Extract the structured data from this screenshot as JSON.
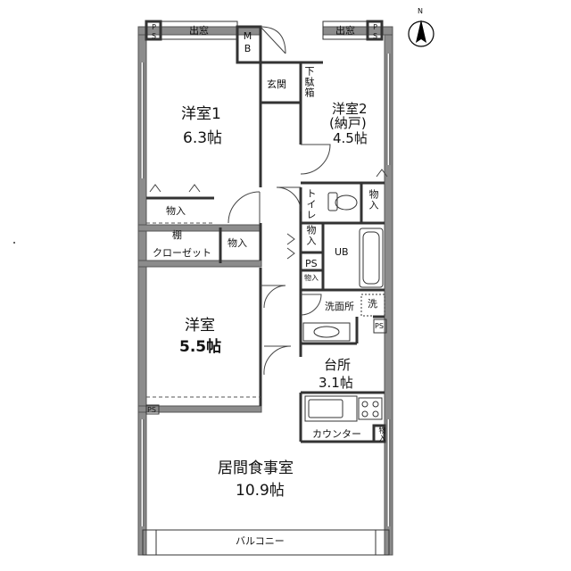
{
  "compass": {
    "label": "N"
  },
  "rooms": {
    "western1": {
      "name": "洋室1",
      "size": "6.3帖"
    },
    "western2": {
      "name": "洋室2",
      "sub": "(納戸)",
      "size": "4.5帖"
    },
    "western3": {
      "name": "洋室",
      "size": "5.5帖"
    },
    "kitchen": {
      "name": "台所",
      "size": "3.1帖"
    },
    "living": {
      "name": "居間食事室",
      "size": "10.9帖"
    }
  },
  "labels": {
    "bay_window_left": "出窓",
    "bay_window_right": "出窓",
    "ps": "PS",
    "mb": "MB",
    "entrance": "玄関",
    "shoe_box": "下駄箱",
    "storage": "物入",
    "toilet": "トイレ",
    "shelf": "棚",
    "closet": "クローゼット",
    "bath": "UB",
    "washroom": "洗面所",
    "washer": "洗",
    "counter": "カウンター",
    "balcony": "バルコニー"
  }
}
